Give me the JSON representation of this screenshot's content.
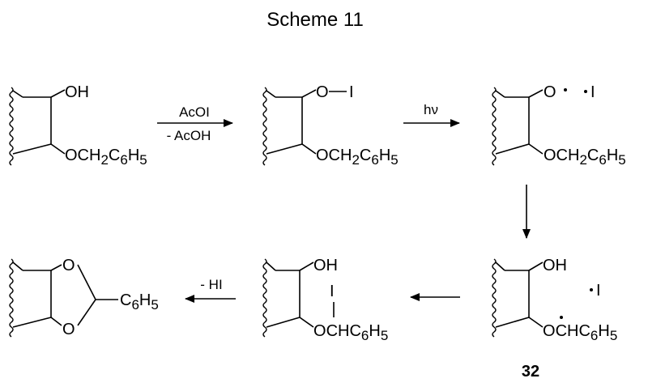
{
  "title": "Scheme 11",
  "arrows": {
    "a1_top": "AcOI",
    "a1_bottom": "- AcOH",
    "a2_top": "hν",
    "a5_top": "- HI"
  },
  "compound_label": "32",
  "structures": {
    "s1": {
      "top_group": "OH",
      "bottom_group": "OCH",
      "sub2": "2",
      "c6": "C",
      "sub6": "6",
      "h5": "H",
      "sub5": "5"
    },
    "s2": {
      "top_o": "O",
      "top_i": "I",
      "bottom_group": "OCH",
      "sub2": "2",
      "c6": "C",
      "sub6": "6",
      "h5": "H",
      "sub5": "5"
    },
    "s3": {
      "top_o": "O",
      "radical_i": "I",
      "bottom_group": "OCH",
      "sub2": "2",
      "c6": "C",
      "sub6": "6",
      "h5": "H",
      "sub5": "5"
    },
    "s4": {
      "top_group": "OH",
      "radical_i": "I",
      "bottom_o": "O",
      "bottom_ch": "CHC",
      "sub6": "6",
      "h5": "H",
      "sub5": "5"
    },
    "s5": {
      "top_group": "OH",
      "i_label": "I",
      "bottom_o": "O",
      "bottom_ch": "CHC",
      "sub6": "6",
      "h5": "H",
      "sub5": "5"
    },
    "s6": {
      "o_top": "O",
      "o_bottom": "O",
      "c6": "C",
      "sub6": "6",
      "h5": "H",
      "sub5": "5"
    }
  }
}
